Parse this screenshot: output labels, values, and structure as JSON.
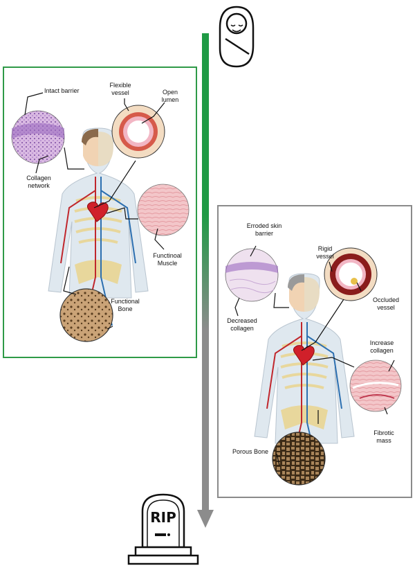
{
  "young": {
    "labels": {
      "intact_barrier": "Intact barrier",
      "flexible_vessel": "Flexible\nvessel",
      "open_lumen": "Open\nlumen",
      "collagen_network": "Collagen\nnetwork",
      "functional_muscle": "Functinoal\nMuscle",
      "functional_bone": "Functional\nBone"
    },
    "border_color": "#2e9a47"
  },
  "old": {
    "labels": {
      "eroded_skin_barrier": "Erroded skin\nbarrier",
      "rigid_vessel": "Rigid\nvessel",
      "occluded_vessel": "Occluded\nvessel",
      "decreased_collagen": "Decreased\ncollagen",
      "increase_collagen": "Increase\ncollagen",
      "fibrotic_mass": "Fibrotic\nmass",
      "porous_bone": "Porous Bone"
    },
    "border_color": "#8a8a8a"
  },
  "timeline": {
    "start_icon": "baby-icon",
    "end_icon": "tombstone-icon",
    "tombstone_text": "RIP",
    "gradient": [
      "#1f9a45",
      "#8c8c8c"
    ]
  }
}
